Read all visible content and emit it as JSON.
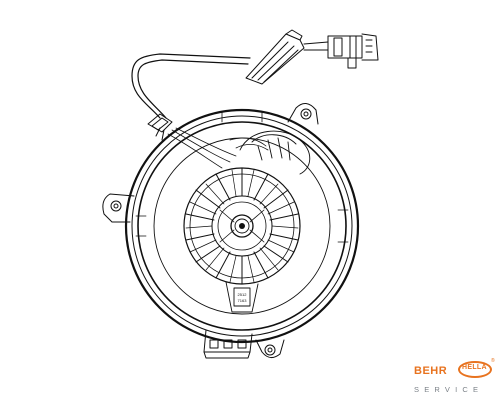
{
  "drawing": {
    "component": "blower-motor-with-cable",
    "line_color": "#111111"
  },
  "logo": {
    "brand_left": "BEHR",
    "brand_right": "HELLA",
    "registered": "®",
    "tagline": "SERVICE",
    "accent_color": "#e8731f",
    "tagline_color": "#7a8087"
  },
  "part_label": {
    "line1": "2512",
    "line2": "7163"
  }
}
